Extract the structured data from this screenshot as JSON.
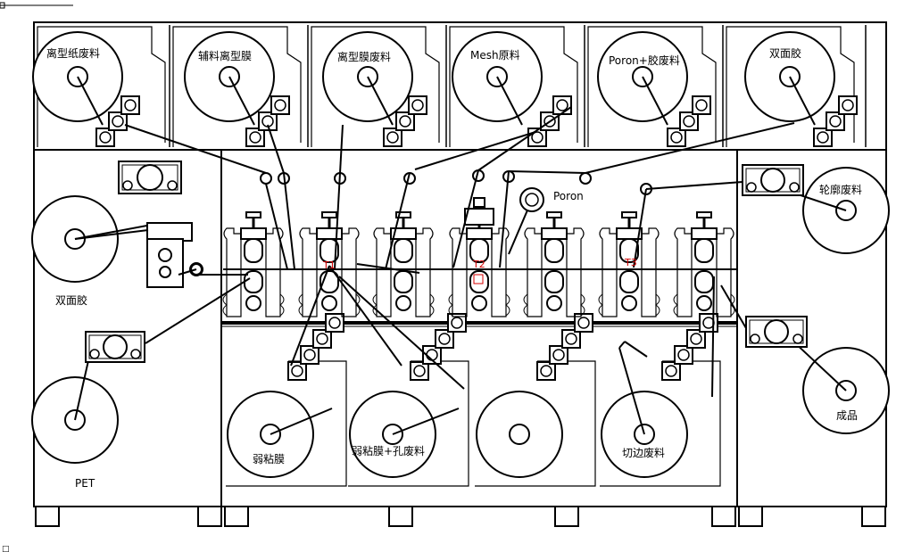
{
  "top_reels": [
    {
      "label": "离型纸废料"
    },
    {
      "label": "辅料离型膜"
    },
    {
      "label": "离型膜废料"
    },
    {
      "label": "Mesh原料"
    },
    {
      "label": "Poron+胶废料"
    },
    {
      "label": "双面胶"
    }
  ],
  "left_reels": [
    {
      "label": "双面胶"
    },
    {
      "label": "PET"
    }
  ],
  "right_reels": [
    {
      "label": "轮廓废料"
    },
    {
      "label": "成品"
    }
  ],
  "bottom_reels": [
    {
      "label": "弱粘膜"
    },
    {
      "label": "弱粘膜+孔废料"
    },
    {
      "label": ""
    },
    {
      "label": "切边废料"
    }
  ],
  "poron_label": "Poron",
  "stations": [
    {
      "tag": ""
    },
    {
      "tag": "T1"
    },
    {
      "tag": ""
    },
    {
      "tag": "T2"
    },
    {
      "tag": ""
    },
    {
      "tag": "T3"
    },
    {
      "tag": ""
    }
  ]
}
